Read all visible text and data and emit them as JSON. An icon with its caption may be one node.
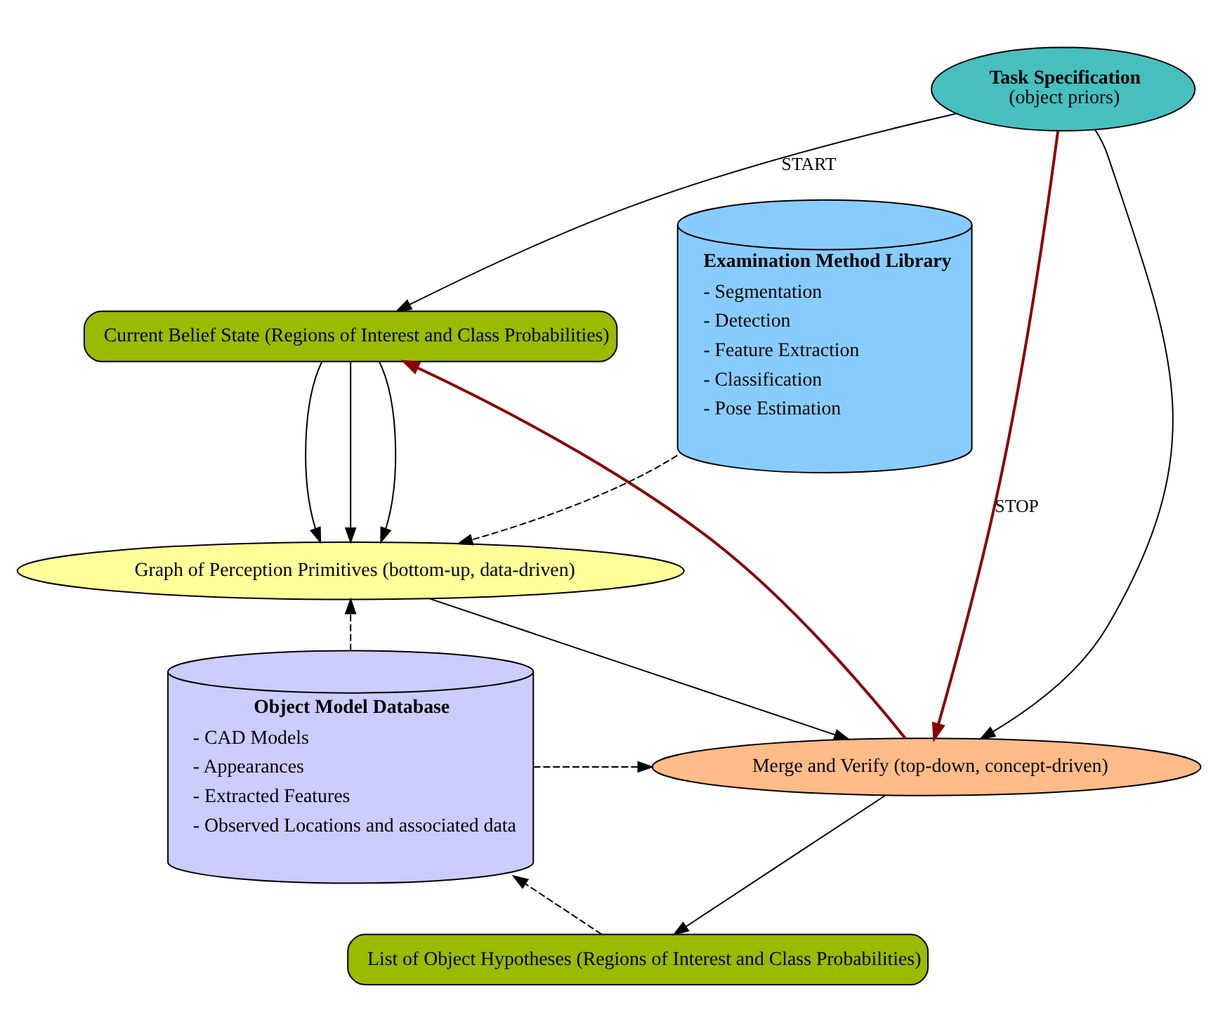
{
  "diagram": {
    "nodes": [
      {
        "text": [
          "Task Specification",
          "(object priors)"
        ]
      },
      {
        "text": [
          "Current Belief State (Regions of Interest and Class Probabilities)"
        ]
      },
      {
        "text": [
          "Graph of Perception Primitives (bottom-up, data-driven)"
        ]
      },
      {
        "text": [
          "Merge and Verify (top-down, concept-driven)"
        ]
      },
      {
        "text": [
          "List of Object Hypotheses (Regions of Interest and Class Probabilities)"
        ]
      },
      {
        "text": [
          "Examination Method Library",
          "- Segmentation",
          "- Detection",
          "- Feature Extraction",
          "- Classification",
          "- Pose Estimation"
        ]
      },
      {
        "text": [
          "Object Model Database",
          "- CAD Models",
          "- Appearances",
          "- Extracted Features",
          "- Observed Locations and associated data"
        ]
      }
    ],
    "edges": [
      {
        "from": 0,
        "to": 1,
        "arrow": "to",
        "label": "START"
      },
      {
        "from": 0,
        "to": 3,
        "arrow": "to"
      },
      {
        "from": 0,
        "to": 3,
        "arrow": "to",
        "label": "STOP",
        "color": "#8b0000"
      },
      {
        "from": 1,
        "to": 2,
        "arrow": "to"
      },
      {
        "from": 1,
        "to": 2,
        "arrow": "to"
      },
      {
        "from": 1,
        "to": 2,
        "arrow": "to"
      },
      {
        "from": 2,
        "to": 3,
        "arrow": "to"
      },
      {
        "from": 3,
        "to": 1,
        "arrow": "to",
        "color": "#8b0000"
      },
      {
        "from": 3,
        "to": 4,
        "arrow": "to"
      },
      {
        "from": 5,
        "to": 2,
        "arrow": "to",
        "style": "dashed"
      },
      {
        "from": 6,
        "to": 2,
        "arrow": "to",
        "style": "dashed"
      },
      {
        "from": 4,
        "to": 6,
        "arrow": "to",
        "style": "dashed"
      },
      {
        "from": 6,
        "to": 3,
        "arrow": "to",
        "style": "dashed"
      }
    ]
  }
}
